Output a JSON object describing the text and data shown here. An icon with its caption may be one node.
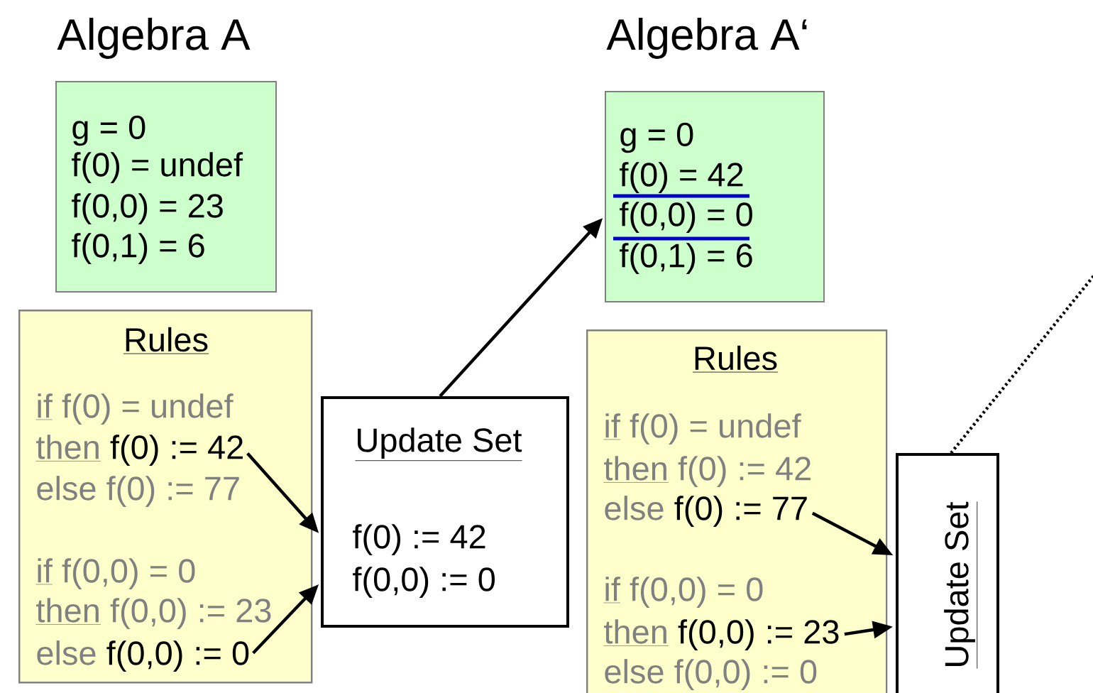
{
  "diagram": {
    "nodes": [
      {
        "text": [
          "Algebra A",
          "g = 0",
          "f(0) = undef",
          "f(0,0) = 23",
          "f(0,1) = 6"
        ]
      },
      {
        "text": [
          "Rules"
        ]
      },
      {
        "text": [
          "if",
          "f(0) = undef"
        ],
        "in": 1
      },
      {
        "text": [
          "then",
          "f(0) := 42"
        ],
        "in": 1
      },
      {
        "text": [
          "else f(0) := 77"
        ],
        "in": 1
      },
      {
        "text": [
          "if",
          "f(0,0) = 0"
        ],
        "in": 1
      },
      {
        "text": [
          "then",
          "f(0,0) := 23"
        ],
        "in": 1
      },
      {
        "text": [
          "else",
          "f(0,0) := 0"
        ],
        "in": 1
      },
      {
        "text": [
          "Update Set",
          "f(0) := 42",
          "f(0,0) := 0"
        ]
      },
      {
        "text": [
          "Algebra A‘",
          "g = 0",
          "f(0) = 42",
          "f(0,0) = 0",
          "f(0,1) = 6"
        ]
      },
      {
        "text": [
          "Rules"
        ]
      },
      {
        "text": [
          "if",
          "f(0) = undef"
        ],
        "in": 10
      },
      {
        "text": [
          "then",
          "f(0) := 42"
        ],
        "in": 10
      },
      {
        "text": [
          "else",
          "f(0) := 77"
        ],
        "in": 10
      },
      {
        "text": [
          "if",
          "f(0,0) = 0"
        ],
        "in": 10
      },
      {
        "text": [
          "then",
          "f(0,0) := 23"
        ],
        "in": 10
      },
      {
        "text": [
          "else f(0,0) := 0"
        ],
        "in": 10
      },
      {
        "text": [
          "Update Set"
        ]
      }
    ],
    "edges": [
      {
        "from": 3,
        "to": 8,
        "arrow": "to"
      },
      {
        "from": 7,
        "to": 8,
        "arrow": "to"
      },
      {
        "from": 8,
        "to": 9,
        "arrow": "to"
      },
      {
        "from": 13,
        "to": 17,
        "arrow": "to"
      },
      {
        "from": 15,
        "to": 17,
        "arrow": "to"
      },
      {
        "from": 17,
        "to": null,
        "arrow": "none",
        "style": "dashed"
      }
    ]
  }
}
